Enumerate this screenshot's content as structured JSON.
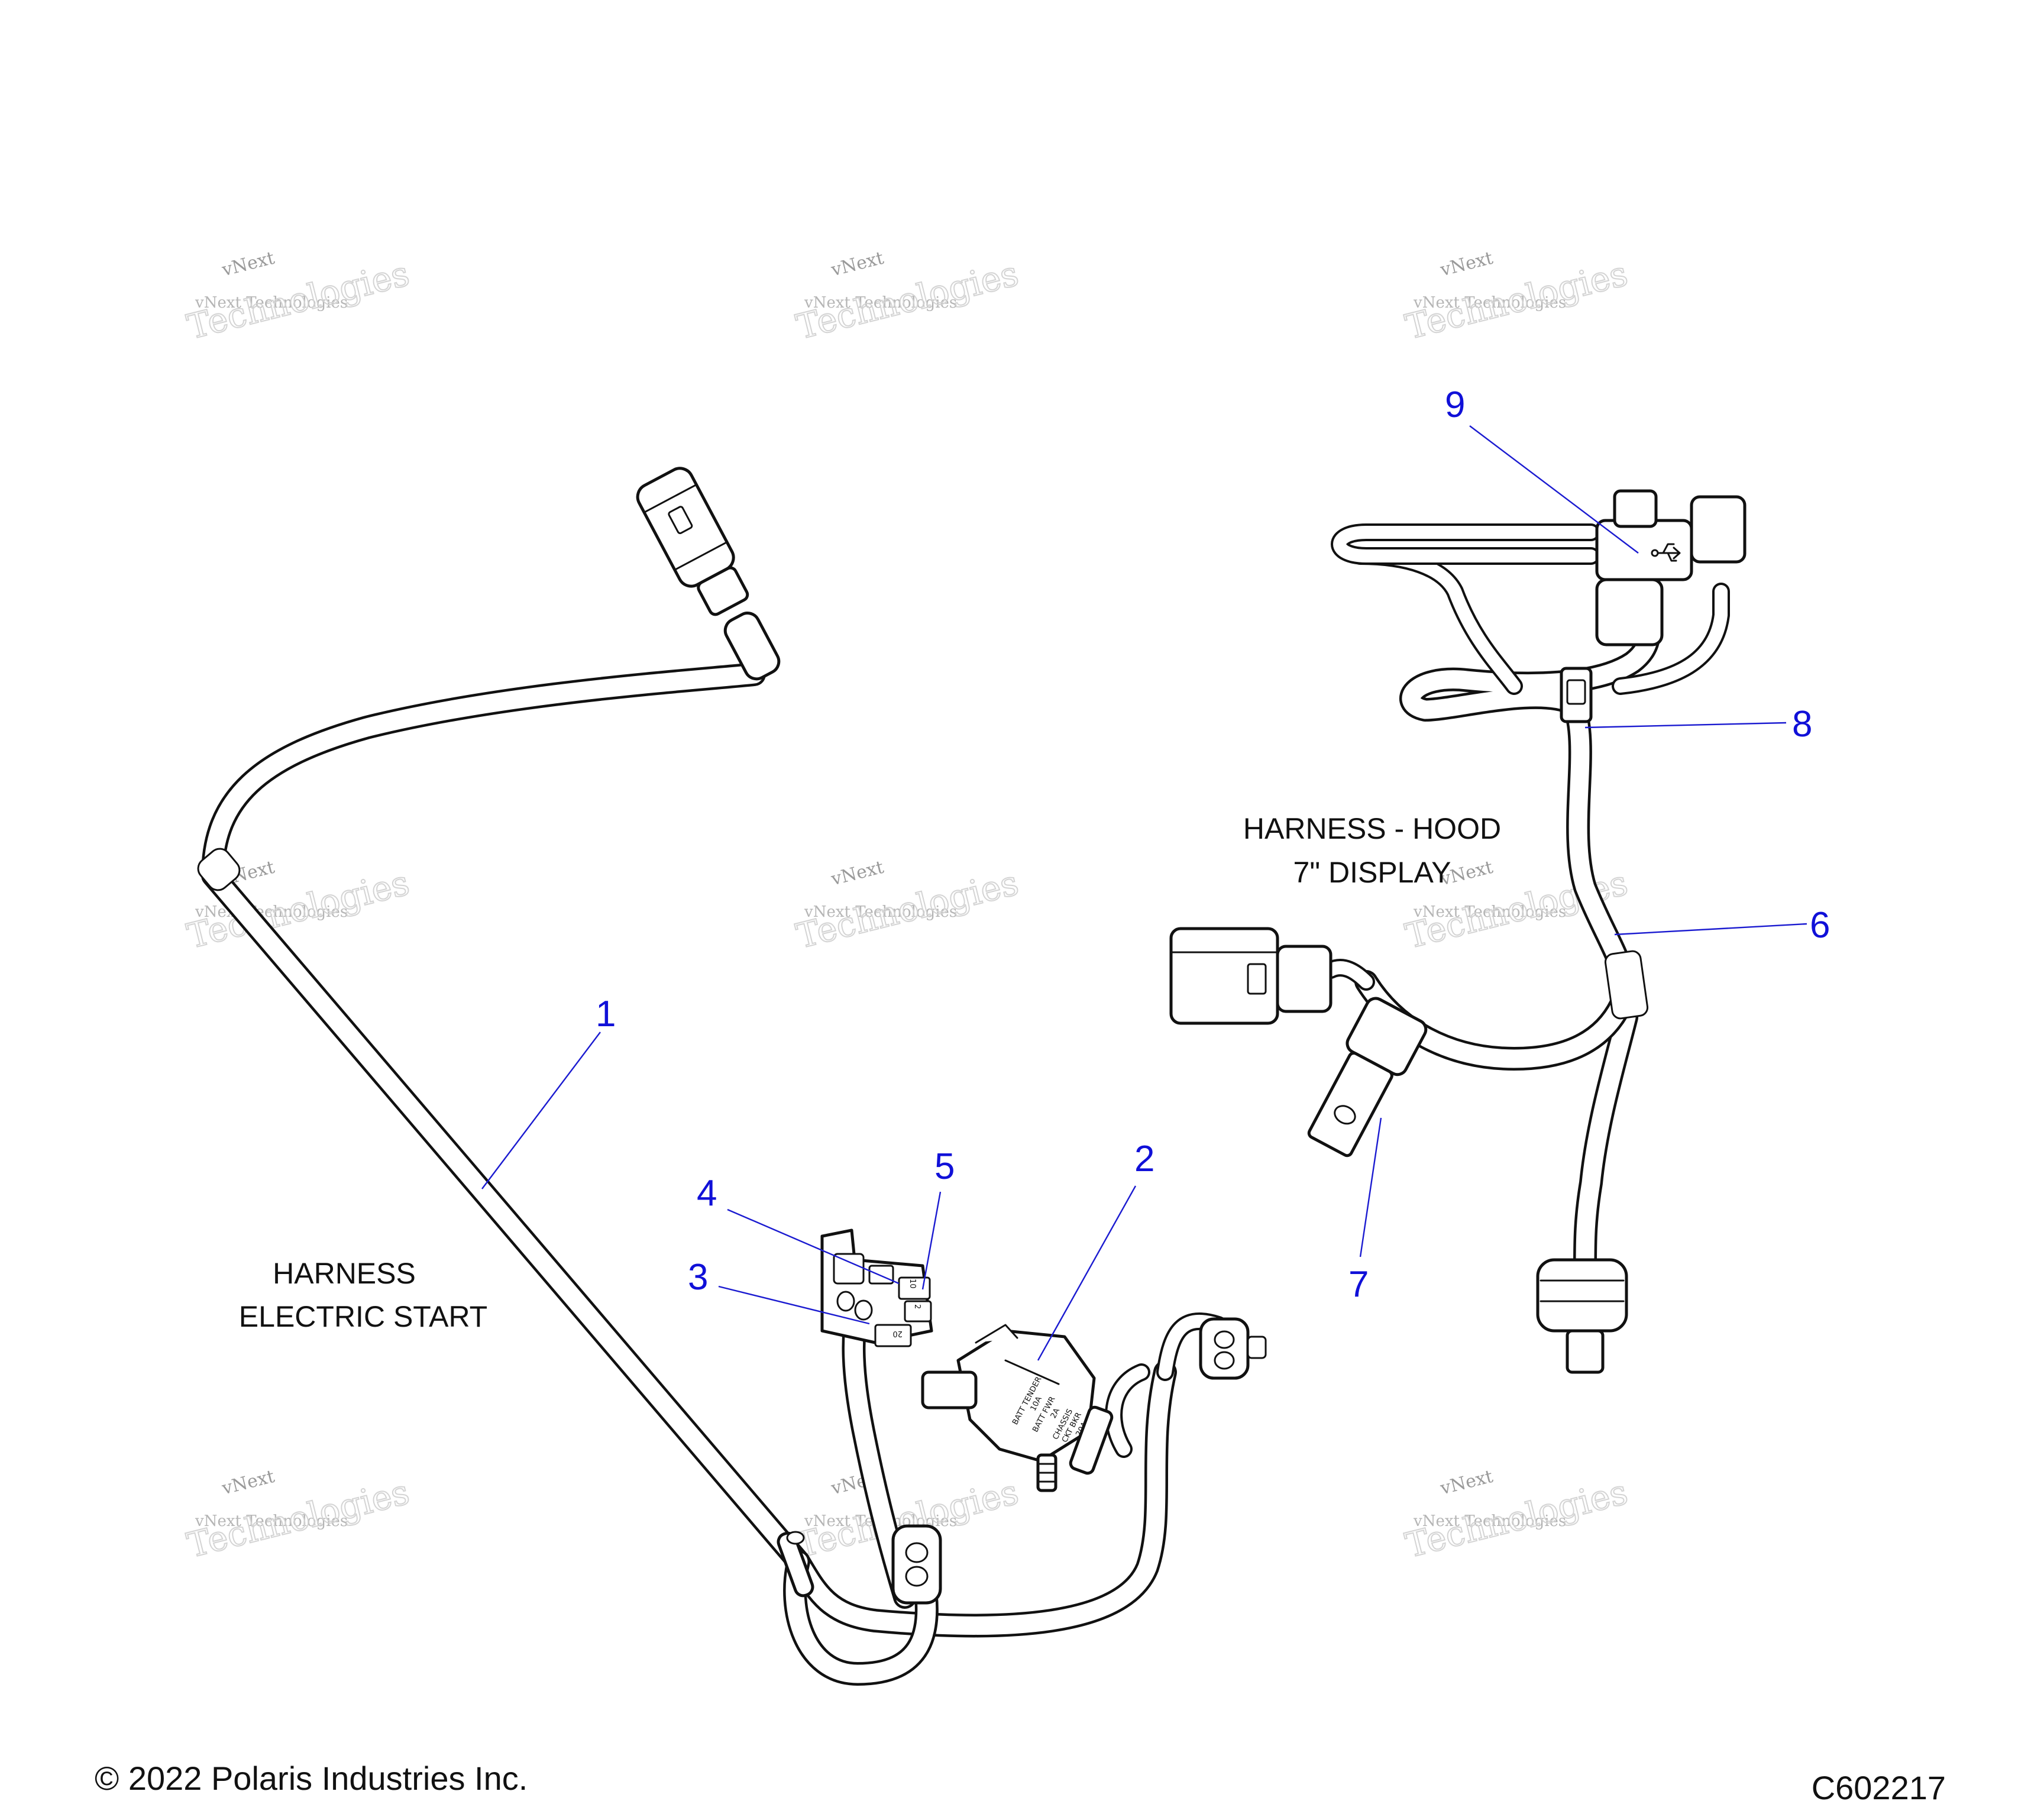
{
  "watermark": {
    "line1": "vNext",
    "line2": "vNext Technologies",
    "line3": "Technologies"
  },
  "groups": {
    "electric_start": {
      "line1": "HARNESS",
      "line2": "ELECTRIC START"
    },
    "hood_display": {
      "line1": "HARNESS - HOOD",
      "line2": "7\" DISPLAY"
    }
  },
  "callouts": [
    {
      "id": "1",
      "label": "1"
    },
    {
      "id": "2",
      "label": "2"
    },
    {
      "id": "3",
      "label": "3"
    },
    {
      "id": "4",
      "label": "4"
    },
    {
      "id": "5",
      "label": "5"
    },
    {
      "id": "6",
      "label": "6"
    },
    {
      "id": "7",
      "label": "7"
    },
    {
      "id": "8",
      "label": "8"
    },
    {
      "id": "9",
      "label": "9"
    }
  ],
  "fuse_box_labels": {
    "batt_tender": "BATT TENDER",
    "tender_amp": "10A",
    "batt_fwr": "BATT FWR",
    "fwr_amp": "2A",
    "chassis": "CHASSIS",
    "ckt_bkr": "CKT BKR",
    "bkr_amp": "20A"
  },
  "fuse_numbers": {
    "top": "10",
    "mid": "2",
    "bottom": "20"
  },
  "footer": {
    "copyright": "© 2022 Polaris Industries Inc.",
    "code": "C602217"
  },
  "colors": {
    "callout": "#1010d8",
    "line_art": "#111111",
    "watermark": "#9a9a9a"
  }
}
